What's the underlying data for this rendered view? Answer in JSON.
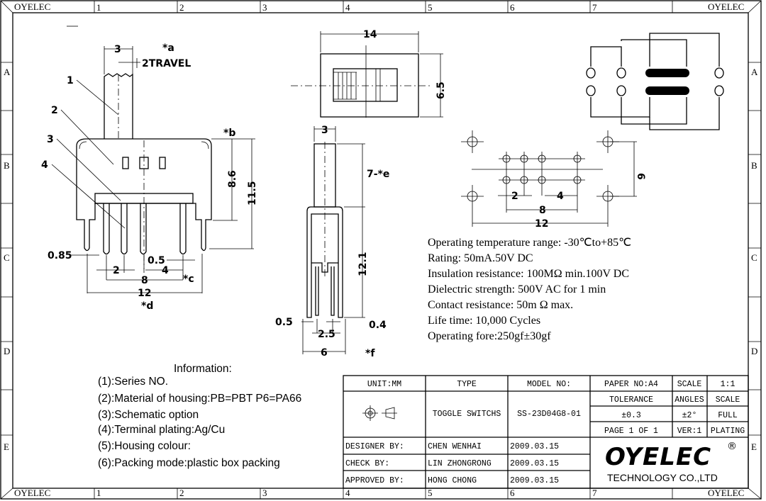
{
  "frame": {
    "corner_label": "OYELEC",
    "columns": [
      "1",
      "2",
      "3",
      "4",
      "5",
      "6",
      "7"
    ],
    "rows": [
      "A",
      "B",
      "C",
      "D",
      "E"
    ]
  },
  "side_view": {
    "callouts": [
      "1",
      "2",
      "3",
      "4"
    ],
    "dims": {
      "shaft": "3",
      "travel": "2TRAVEL",
      "a": "*a",
      "b": "*b",
      "h1": "8.6",
      "h2": "11.5",
      "pin": "0.85",
      "p2": "2",
      "p05": "0.5",
      "p4": "4",
      "p8": "8",
      "c": "*c",
      "p12": "12",
      "d": "*d"
    }
  },
  "top_view": {
    "dims": {
      "width": "14",
      "height": "6.5"
    }
  },
  "end_view": {
    "dims": {
      "shaft": "3",
      "e": "7-*e",
      "h": "12.1",
      "p05": "0.5",
      "p04": "0.4",
      "p25": "2.5",
      "p6": "6",
      "f": "*f"
    }
  },
  "pcb_layout": {
    "dims": {
      "p2": "2",
      "p4": "4",
      "p8": "8",
      "p12": "12",
      "p6": "6"
    }
  },
  "specs": [
    "Operating temperature range: -30℃to+85℃",
    "Rating: 50mA.50V DC",
    "Insulation resistance: 100MΩ min.100V DC",
    "Dielectric strength: 500V AC for 1 min",
    "Contact resistance: 50m Ω max.",
    "Life time: 10,000 Cycles",
    "Operating fore:250gf±30gf"
  ],
  "information": {
    "title": "Information:",
    "items": [
      "(1):Series NO.",
      "(2):Material of housing:PB=PBT P6=PA66",
      "(3):Schematic option",
      "(4):Terminal plating:Ag/Cu",
      "(5):Housing colour:",
      "(6):Packing mode:plastic box packing"
    ]
  },
  "title_block": {
    "unit": "UNIT:MM",
    "type_label": "TYPE",
    "model_label": "MODEL NO:",
    "paper": "PAPER NO:A4",
    "scale_label": "SCALE",
    "scale_value": "1:1",
    "tolerance_label": "TOLERANCE",
    "angles_label": "ANGLES",
    "scale_label2": "SCALE",
    "tolerance_value": "±0.3",
    "angles_value": "±2°",
    "scale_value2": "FULL",
    "page": "PAGE 1 OF 1",
    "ver": "VER:1",
    "plating": "PLATING",
    "type_value": "TOGGLE SWITCHS",
    "model_value": "SS-23D04G8-01",
    "designer_label": "DESIGNER BY:",
    "designer": "CHEN WENHAI",
    "designer_date": "2009.03.15",
    "check_label": "CHECK BY:",
    "checker": "LIN ZHONGRONG",
    "check_date": "2009.03.15",
    "approved_label": "APPROVED BY:",
    "approver": "HONG CHONG",
    "approved_date": "2009.03.15",
    "logo": "OYELEC",
    "registered": "®",
    "company": "TECHNOLOGY CO.,LTD"
  }
}
